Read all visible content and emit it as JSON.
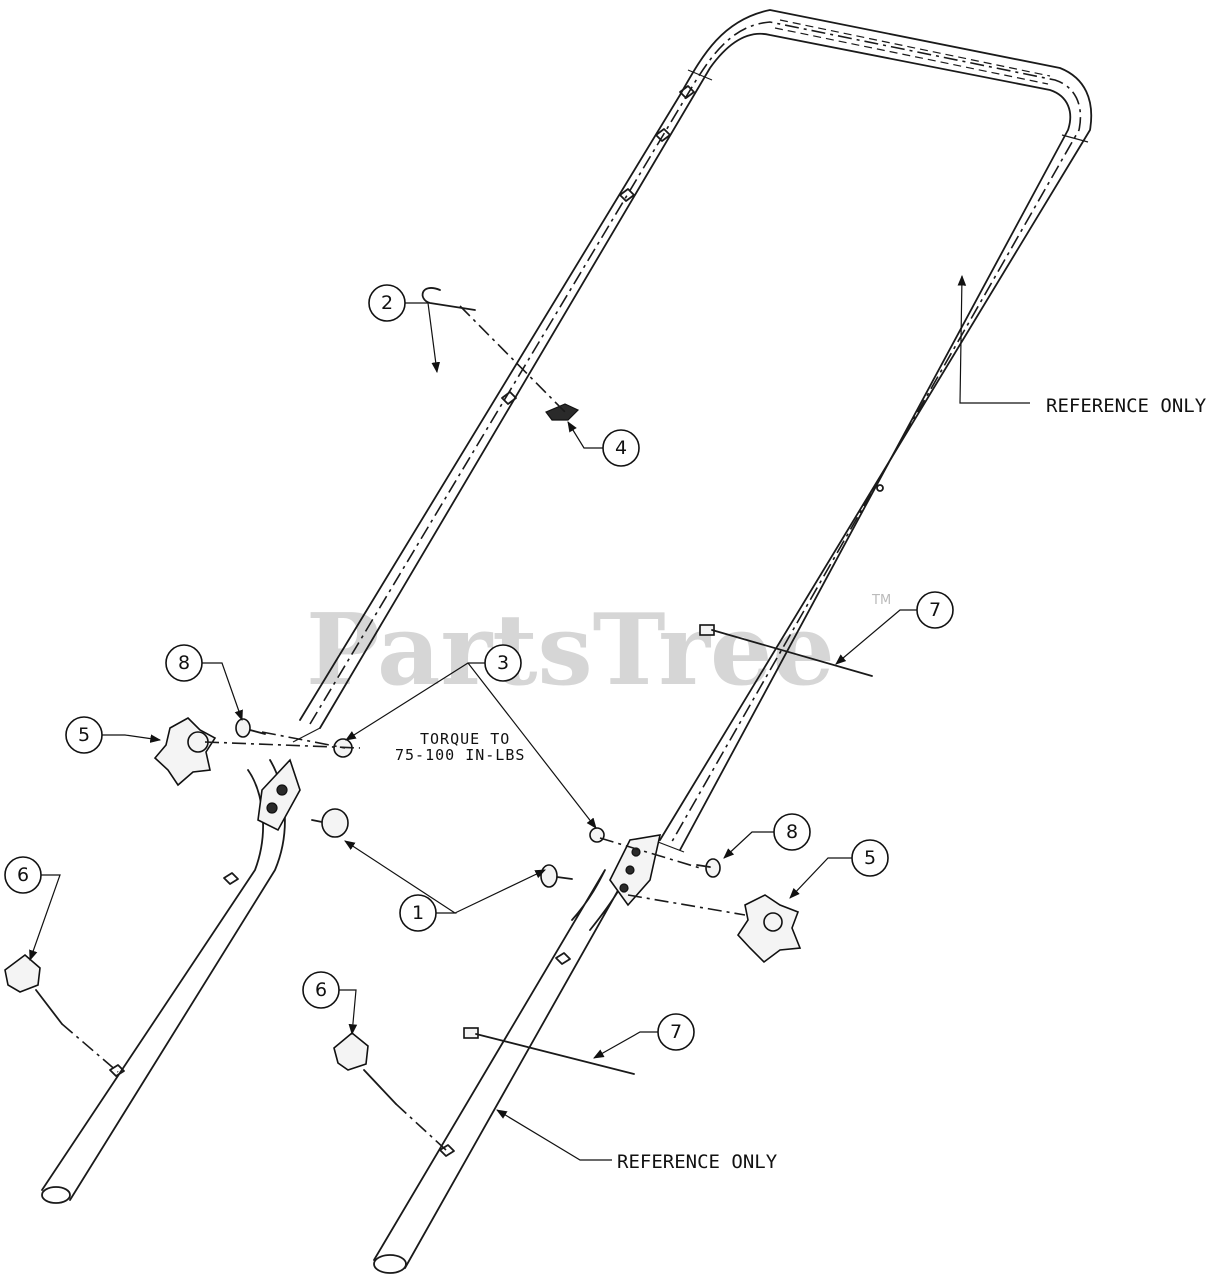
{
  "watermark": {
    "text": "PartsTree",
    "tm": "TM"
  },
  "notes": {
    "reference_top": "REFERENCE ONLY",
    "reference_bottom": "REFERENCE ONLY",
    "torque_line1": "TORQUE TO",
    "torque_line2": "75-100 IN-LBS"
  },
  "callouts": [
    "1",
    "2",
    "3",
    "4",
    "5",
    "5",
    "6",
    "6",
    "7",
    "7",
    "8",
    "8"
  ]
}
